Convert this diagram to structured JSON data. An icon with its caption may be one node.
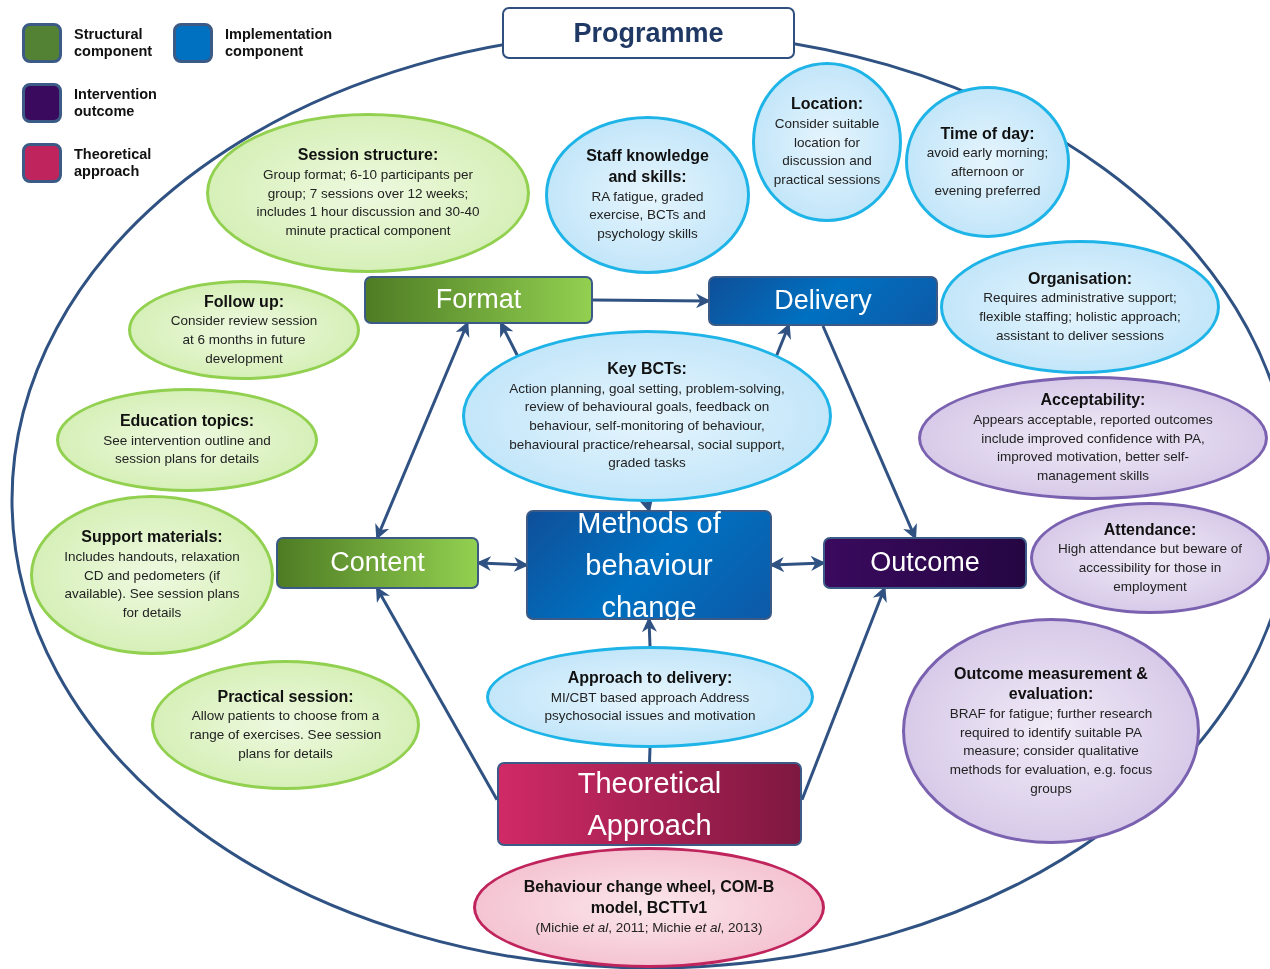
{
  "diagram": {
    "nodes": [
      {
        "text": [
          "Programme"
        ]
      },
      {
        "text": [
          "Session structure:",
          "Group format; 6-10 participants per group; 7 sessions over 12 weeks; includes 1 hour discussion and 30-40 minute practical component"
        ]
      },
      {
        "text": [
          "Staff knowledge and skills:",
          "RA fatigue, graded exercise, BCTs and psychology skills"
        ]
      },
      {
        "text": [
          "Location:",
          "Consider suitable location for discussion and practical sessions"
        ]
      },
      {
        "text": [
          "Time of day:",
          "avoid early morning; afternoon or evening preferred"
        ]
      },
      {
        "text": [
          "Follow up:",
          "Consider review session at 6 months in future development"
        ]
      },
      {
        "text": [
          "Format"
        ]
      },
      {
        "text": [
          "Delivery"
        ]
      },
      {
        "text": [
          "Organisation:",
          "Requires administrative support; flexible staffing; holistic approach; assistant to deliver sessions"
        ]
      },
      {
        "text": [
          "Key BCTs:",
          "Action planning, goal setting, problem-solving, review of behavioural goals, feedback on behaviour, self-monitoring of behaviour, behavioural practice/rehearsal, social support, graded tasks"
        ]
      },
      {
        "text": [
          "Education topics:",
          "See intervention outline and session plans for details"
        ]
      },
      {
        "text": [
          "Acceptability:",
          "Appears acceptable, reported outcomes include improved confidence with PA, improved motivation, better self-management skills"
        ]
      },
      {
        "text": [
          "Support materials:",
          "Includes handouts, relaxation CD and pedometers (if available). See session plans for details"
        ]
      },
      {
        "text": [
          "Content"
        ]
      },
      {
        "text": [
          "Methods of behaviour change"
        ]
      },
      {
        "text": [
          "Outcome"
        ]
      },
      {
        "text": [
          "Attendance:",
          "High attendance but beware of accessibility for those in employment"
        ]
      },
      {
        "text": [
          "Practical session:",
          "Allow patients to choose from a range of exercises. See session plans for details"
        ]
      },
      {
        "text": [
          "Outcome measurement & evaluation:",
          "BRAF for fatigue; further research required to identify suitable PA measure; consider qualitative methods for evaluation, e.g. focus groups"
        ]
      },
      {
        "text": [
          "Approach to delivery:",
          "MI/CBT based approach Address psychosocial issues and motivation"
        ]
      },
      {
        "text": [
          "Theoretical Approach"
        ]
      },
      {
        "text": [
          "Behaviour change wheel, COM-B model, BCTTv1",
          "(Michie *et al*, 2011; Michie *et al*, 2013)"
        ]
      }
    ],
    "edges": [
      {
        "from": 6,
        "to": 7,
        "arrow": "to"
      },
      {
        "from": 6,
        "to": 13,
        "arrow": "both"
      },
      {
        "from": 9,
        "to": 6,
        "arrow": "to"
      },
      {
        "from": 9,
        "to": 7,
        "arrow": "to"
      },
      {
        "from": 7,
        "to": 15,
        "arrow": "to"
      },
      {
        "from": 9,
        "to": 14,
        "arrow": "to"
      },
      {
        "from": 13,
        "to": 14,
        "arrow": "both"
      },
      {
        "from": 14,
        "to": 15,
        "arrow": "both"
      },
      {
        "from": 20,
        "to": 13,
        "arrow": "to"
      },
      {
        "from": 20,
        "to": 19,
        "arrow": "none"
      },
      {
        "from": 19,
        "to": 14,
        "arrow": "to"
      },
      {
        "from": 20,
        "to": 15,
        "arrow": "to"
      }
    ],
    "legend": [
      {
        "text": "Structural component",
        "color": "#548235"
      },
      {
        "text": "Implementation component",
        "color": "#0070c0"
      },
      {
        "text": "Intervention outcome",
        "color": "#3a0a5e"
      },
      {
        "text": "Theoretical approach",
        "color": "#c0245c"
      }
    ]
  }
}
